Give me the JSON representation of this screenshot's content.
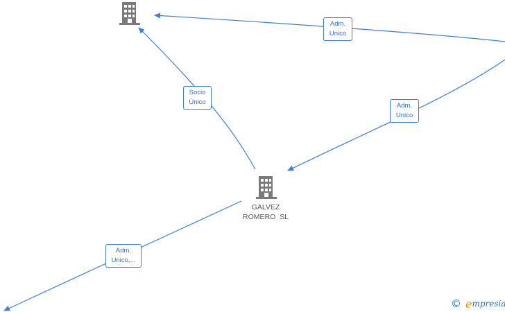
{
  "diagram": {
    "nodes": [
      {
        "id": "company-top",
        "type": "building-icon",
        "label_lines": []
      },
      {
        "id": "galvez-romero",
        "type": "building-icon",
        "label_lines": [
          "GALVEZ",
          "ROMERO  SL"
        ]
      }
    ],
    "edges": [
      {
        "id": "edge-adm-top",
        "label_lines": [
          "Adm.",
          "Unico"
        ]
      },
      {
        "id": "edge-socio",
        "label_lines": [
          "Socio",
          "Único"
        ]
      },
      {
        "id": "edge-adm-right",
        "label_lines": [
          "Adm.",
          "Unico"
        ]
      },
      {
        "id": "edge-adm-bottom",
        "label_lines": [
          "Adm.",
          "Unico,..."
        ]
      }
    ]
  },
  "colors": {
    "edge": "#3b7dd8",
    "node_icon": "#7a7a7a",
    "brand_blue": "#2b6ea8",
    "brand_orange": "#f29100"
  },
  "watermark": {
    "copyright_symbol": "©",
    "brand_initial": "e",
    "brand_rest": "mpresia"
  }
}
